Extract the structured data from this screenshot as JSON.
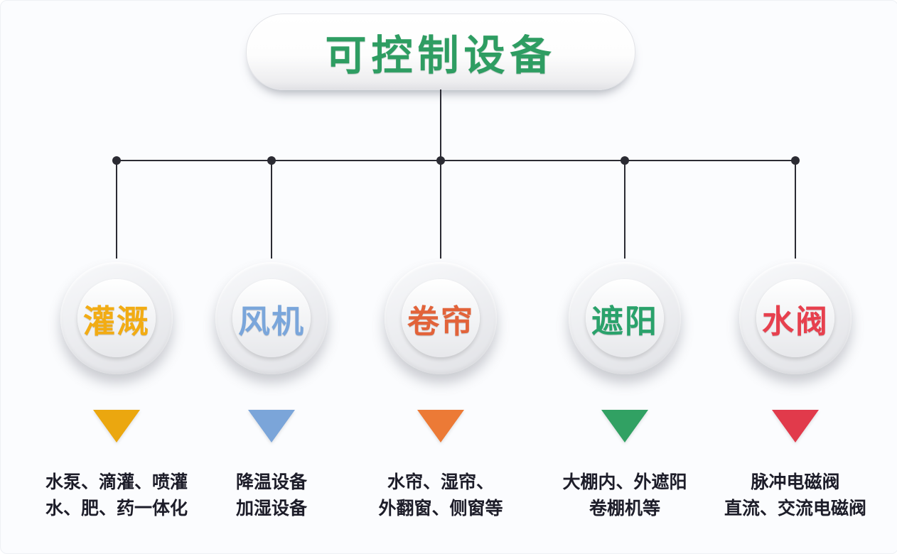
{
  "title": {
    "text": "可控制设备",
    "color": "#2e9d62"
  },
  "connector_color": "#2b2b33",
  "background_color": "#fbfcfe",
  "description_text_color": "#1d1d29",
  "branches": [
    {
      "label": "灌溉",
      "label_color": "#f2ac14",
      "triangle_color": "#eba70f",
      "desc_line1": "水泵、滴灌、喷灌",
      "desc_line2": "水、肥、药一体化"
    },
    {
      "label": "风机",
      "label_color": "#7aa6db",
      "triangle_color": "#7ba5d9",
      "desc_line1": "降温设备",
      "desc_line2": "加湿设备"
    },
    {
      "label": "卷帘",
      "label_color": "#e2633a",
      "triangle_color": "#ec7a36",
      "desc_line1": "水帘、湿帘、",
      "desc_line2": "外翻窗、侧窗等"
    },
    {
      "label": "遮阳",
      "label_color": "#2aa26b",
      "triangle_color": "#31a163",
      "desc_line1": "大棚内、外遮阳",
      "desc_line2": "卷棚机等"
    },
    {
      "label": "水阀",
      "label_color": "#e7404e",
      "triangle_color": "#e13a4b",
      "desc_line1": "脉冲电磁阀",
      "desc_line2": "直流、交流电磁阀"
    }
  ]
}
